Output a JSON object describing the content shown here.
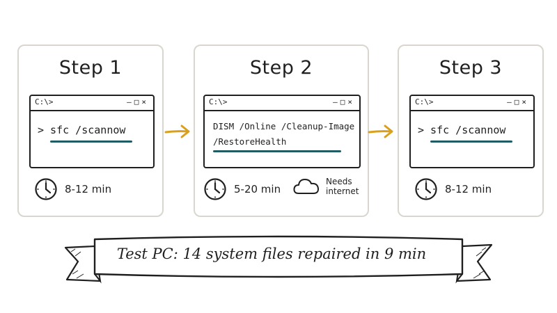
{
  "steps": [
    {
      "title": "Step 1",
      "prompt": "C:\\>",
      "controls": "–□×",
      "command": "> sfc /scannow",
      "time": "8-12 min"
    },
    {
      "title": "Step 2",
      "prompt": "C:\\>",
      "controls": "–□×",
      "command_line1": "DISM /Online /Cleanup-Image",
      "command_line2": "/RestoreHealth",
      "time": "5-20 min",
      "note_line1": "Needs",
      "note_line2": "internet"
    },
    {
      "title": "Step 3",
      "prompt": "C:\\>",
      "controls": "–□×",
      "command": "> sfc /scannow",
      "time": "8-12 min"
    }
  ],
  "banner": {
    "text": "Test PC: 14 system files repaired in 9 min"
  },
  "colors": {
    "arrow": "#d9a01e",
    "underline": "#1f5c63",
    "card_border": "#d9d6cf",
    "ink": "#1f1f1f"
  }
}
